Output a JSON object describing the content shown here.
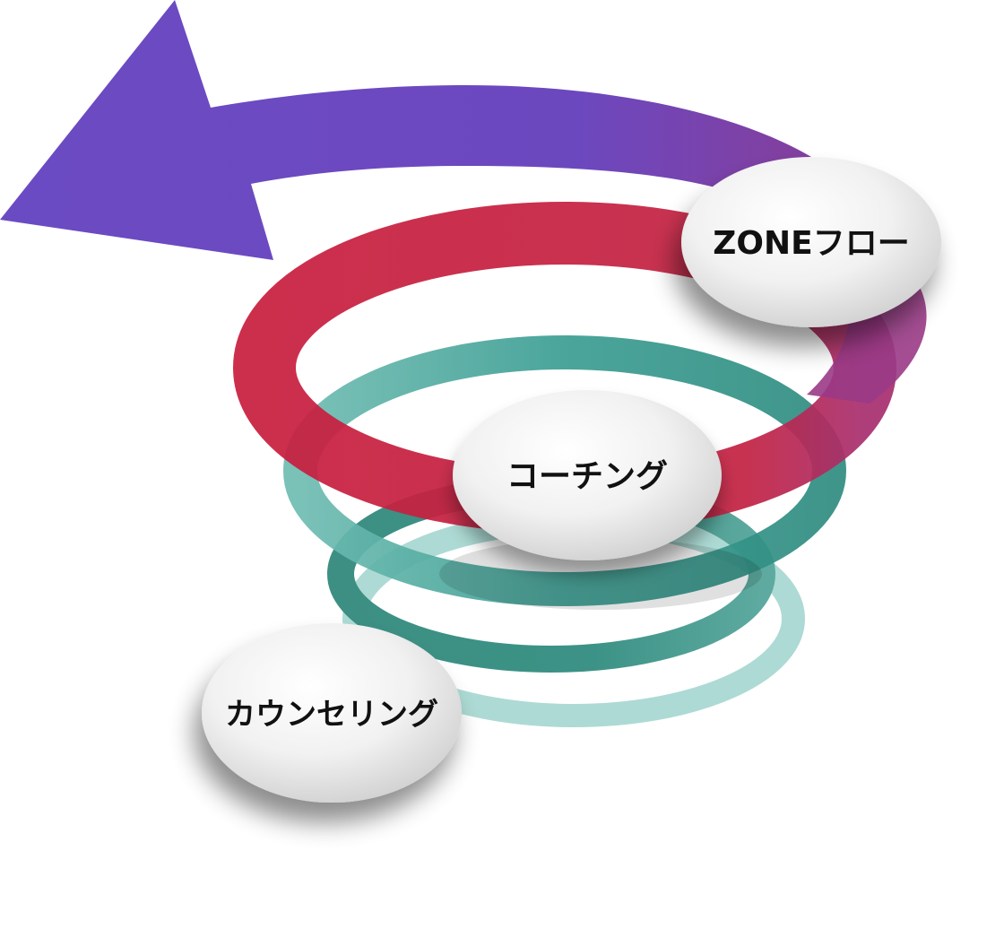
{
  "stages": [
    {
      "id": "counseling",
      "label": "カウンセリング"
    },
    {
      "id": "coaching",
      "label": "コーチング"
    },
    {
      "id": "zoneflow",
      "label": "ZONEフロー"
    }
  ],
  "colors": {
    "arrow": "#6c4bc1",
    "arrow_end": "#8a3a9a",
    "red_ring": "#c72141",
    "teal_ring": "#3a9a8e",
    "teal_light": "#8fd0c7",
    "bubble": "#f3f3f3",
    "label_text": "#111111",
    "background": "#ffffff"
  }
}
